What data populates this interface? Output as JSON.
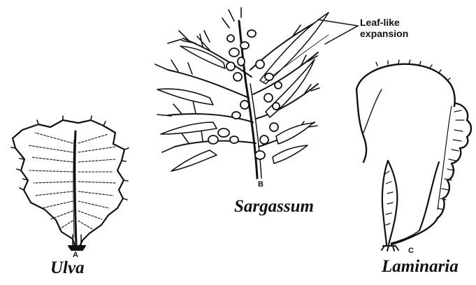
{
  "specimens": {
    "a": {
      "letter": "A",
      "name": "Ulva"
    },
    "b": {
      "letter": "B",
      "name": "Sargassum"
    },
    "c": {
      "letter": "C",
      "name": "Laminaria"
    }
  },
  "callout": {
    "line1": "Leaf-like",
    "line2": "expansion"
  },
  "colors": {
    "ink": "#111111",
    "background": "#ffffff"
  }
}
